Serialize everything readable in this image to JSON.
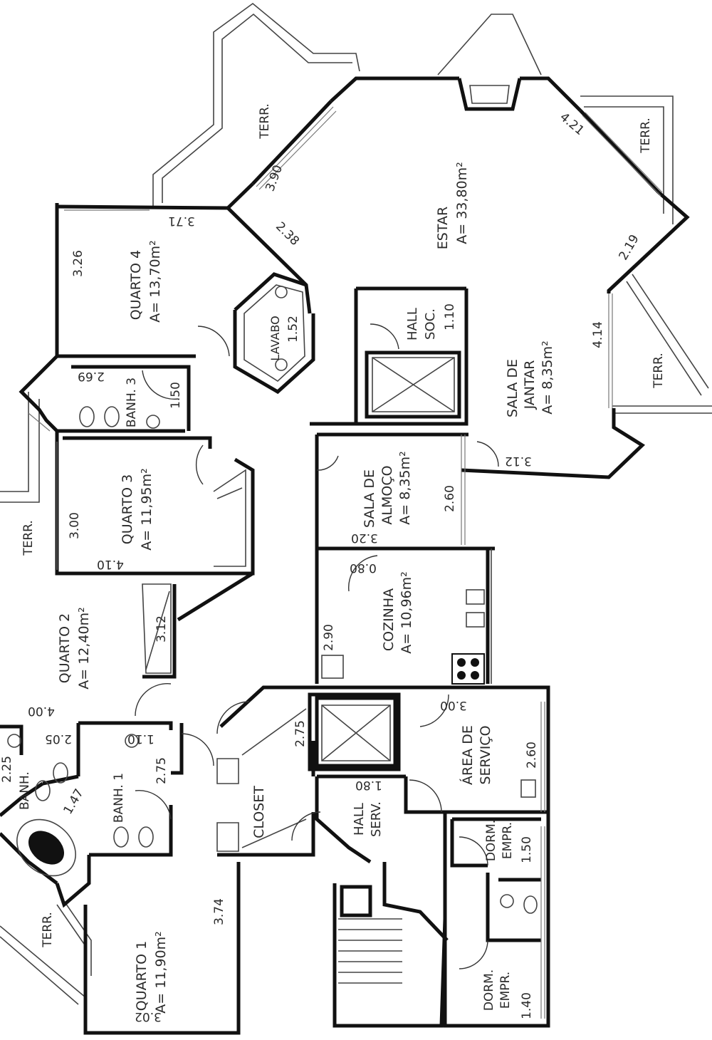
{
  "rooms": {
    "estar": {
      "name": "ESTAR",
      "area": "A= 33,80m²"
    },
    "sala_jantar": {
      "l1": "SALA DE",
      "l2": "JANTAR",
      "area": "A= 8,35m²"
    },
    "hall_soc": {
      "l1": "HALL",
      "l2": "SOC."
    },
    "sala_almoco": {
      "l1": "SALA DE",
      "l2": "ALMOÇO",
      "area": "A= 8,35m²"
    },
    "cozinha": {
      "name": "COZINHA",
      "area": "A= 10,96m²"
    },
    "area_servico": {
      "l1": "ÁREA DE",
      "l2": "SERVIÇO"
    },
    "hall_serv": {
      "l1": "HALL",
      "l2": "SERV."
    },
    "dorm_empr_1": {
      "l1": "DORM.",
      "l2": "EMPR."
    },
    "dorm_empr_2": {
      "l1": "DORM.",
      "l2": "EMPR."
    },
    "quarto4": {
      "name": "QUARTO 4",
      "area": "A= 13,70m²"
    },
    "quarto3": {
      "name": "QUARTO 3",
      "area": "A= 11,95m²"
    },
    "quarto2": {
      "name": "QUARTO 2",
      "area": "A= 12,40m²"
    },
    "quarto1": {
      "name": "QUARTO 1",
      "area": "A= 11,90m²"
    },
    "banh3": {
      "name": "BANH. 3"
    },
    "banh1": {
      "name": "BANH. 1"
    },
    "banh_suite": {
      "name": "BANH."
    },
    "lavabo": {
      "name": "LAVABO"
    },
    "closet": {
      "name": "CLOSET"
    }
  },
  "terraces": [
    "TERR.",
    "TERR.",
    "TERR.",
    "TERR.",
    "TERR."
  ],
  "dimensions": {
    "d390": "3.90",
    "d421": "4.21",
    "d238": "2.38",
    "d371": "3.71",
    "d326": "3.26",
    "d219": "2.19",
    "d414": "4.14",
    "d312a": "3.12",
    "d110": "1.10",
    "d152": "1.52",
    "d269": "2.69",
    "d150a": "1.50",
    "d300a": "3.00",
    "d410": "4.10",
    "d260a": "2.60",
    "d320": "3.20",
    "d080": "0.80",
    "d290": "2.90",
    "d312b": "3.12",
    "d400": "4.00",
    "d205": "2.05",
    "d110b": "1.10",
    "d225": "2.25",
    "d275a": "2.75",
    "d275b": "2.75",
    "d300b": "3.00",
    "d260b": "2.60",
    "d180": "1.80",
    "d147": "1.47",
    "d150b": "1.50",
    "d374": "3.74",
    "d140": "1.40",
    "d302": "3.02"
  }
}
